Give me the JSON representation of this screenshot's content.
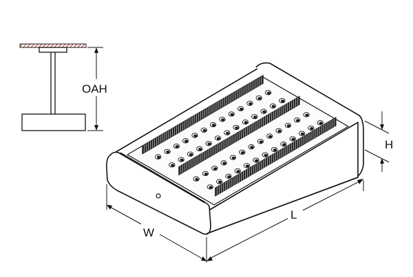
{
  "diagram": {
    "labels": {
      "oah": "OAH",
      "h": "H",
      "w": "W",
      "l": "L"
    },
    "led_rows": 4,
    "leds_per_row": 13,
    "colors": {
      "ceiling_hatch": "#c0392b",
      "line": "#111111",
      "body_fill": "#ffffff",
      "fin_fill": "#2a2a2a",
      "led_fill": "#1a1a1a"
    }
  }
}
